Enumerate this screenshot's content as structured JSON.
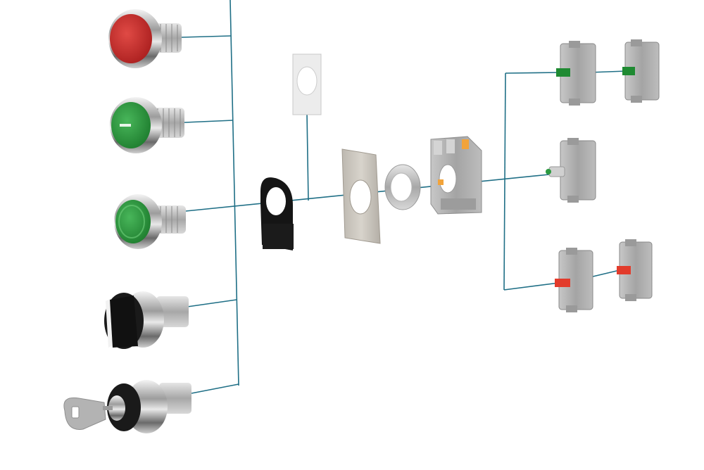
{
  "diagram": {
    "title": "",
    "background": "#ffffff",
    "colors": {
      "connector_line": "#1f6f86",
      "chrome_light": "#f1f1f1",
      "chrome_dark": "#5f5f5f",
      "thread_gray": "#b7b7b7",
      "red_button": "#cf2b2b",
      "green_button": "#2c9a40",
      "block_gray": "#a9a9a9",
      "black_plastic": "#151515",
      "nc_red": "#e23b2b",
      "no_green": "#1f8a32"
    },
    "components": [
      {
        "name": "red-flush-pushbutton"
      },
      {
        "name": "green-flush-pushbutton-with-marking"
      },
      {
        "name": "green-illuminated-pushbutton"
      },
      {
        "name": "selector-switch-black-lever"
      },
      {
        "name": "key-switch-with-key"
      },
      {
        "name": "white-label-plate"
      },
      {
        "name": "black-label-holder"
      },
      {
        "name": "metal-panel-plate"
      },
      {
        "name": "ring-nut"
      },
      {
        "name": "mounting-adapter-base"
      },
      {
        "name": "contact-block-no-green-1"
      },
      {
        "name": "contact-block-no-green-2"
      },
      {
        "name": "led-lamp-block"
      },
      {
        "name": "contact-block-nc-red-1"
      },
      {
        "name": "contact-block-nc-red-2"
      }
    ]
  }
}
